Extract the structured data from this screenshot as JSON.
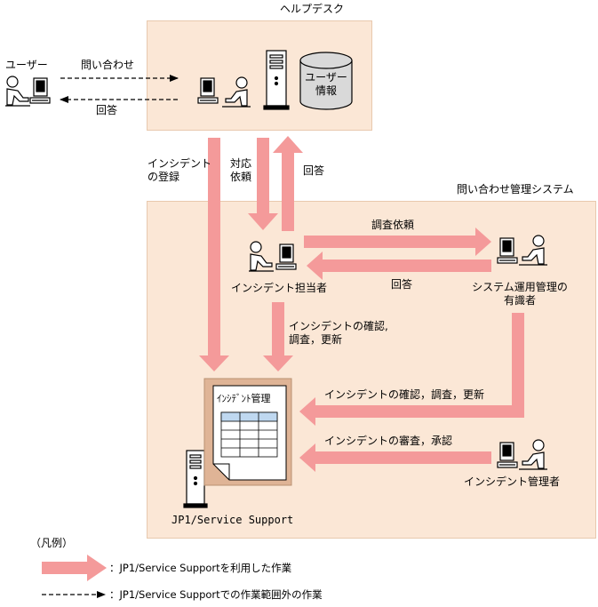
{
  "helpdesk": {
    "title": "ヘルプデスク",
    "db_label_line1": "ユーザー",
    "db_label_line2": "情報"
  },
  "user": {
    "label": "ユーザー",
    "inquiry": "問い合わせ",
    "answer": "回答"
  },
  "flows": {
    "register_line1": "インシデント",
    "register_line2": "の登録",
    "request_line1": "対応",
    "request_line2": "依頼",
    "reply": "回答"
  },
  "system": {
    "title": "問い合わせ管理システム",
    "handler": "インシデント担当者",
    "investigation_request": "調査依頼",
    "expert_answer": "回答",
    "expert_line1": "システム運用管理の",
    "expert_line2": "有識者",
    "handler_action_line1": "インシデントの確認,",
    "handler_action_line2": "調査，更新",
    "expert_action": "インシデントの確認，調査，更新",
    "manager_action": "インシデントの審査，承認",
    "manager": "インシデント管理者",
    "doc_title": "ｲﾝｼﾃﾞﾝﾄ管理",
    "product": "JP1/Service Support"
  },
  "legend": {
    "title": "（凡例）",
    "solid": "：JP1/Service Supportを利用した作業",
    "dashed": "：JP1/Service Supportでの作業範囲外の作業"
  },
  "colors": {
    "arrow": "#f49a9a",
    "box_fill": "#fbe7d6",
    "doc_fill": "#dfb496"
  }
}
